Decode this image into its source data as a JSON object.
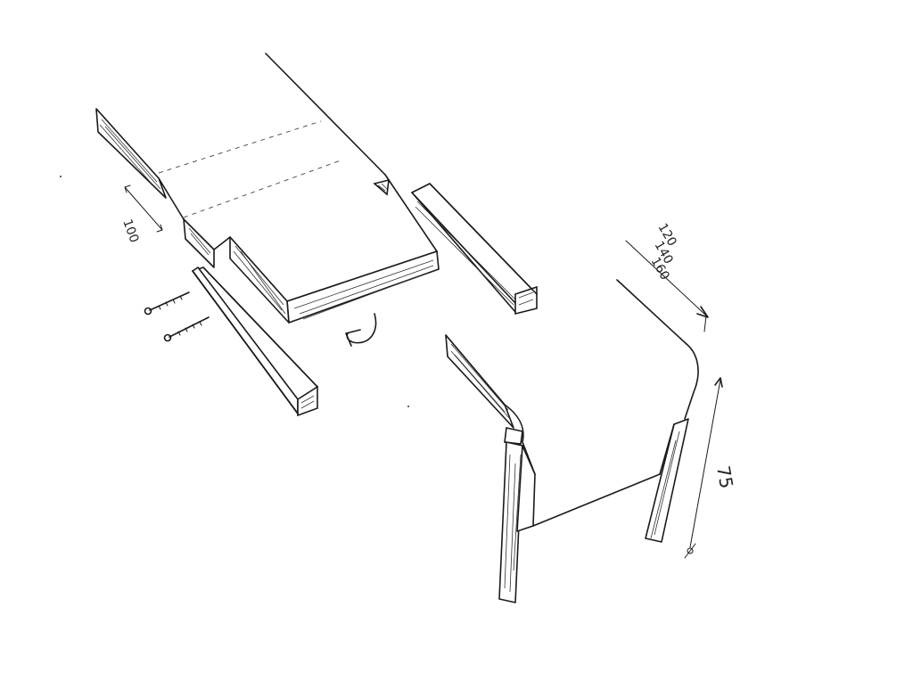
{
  "dimensions": {
    "tabletop_width_options": [
      "120",
      "140",
      "160"
    ],
    "table_height": "75",
    "leaf_depth": "100"
  },
  "colors": {
    "ink": "#1a1a1a",
    "paper": "#ffffff"
  },
  "icons": {
    "rotate_arrow": "curved-arrow-icon",
    "screw": "screw-icon"
  }
}
